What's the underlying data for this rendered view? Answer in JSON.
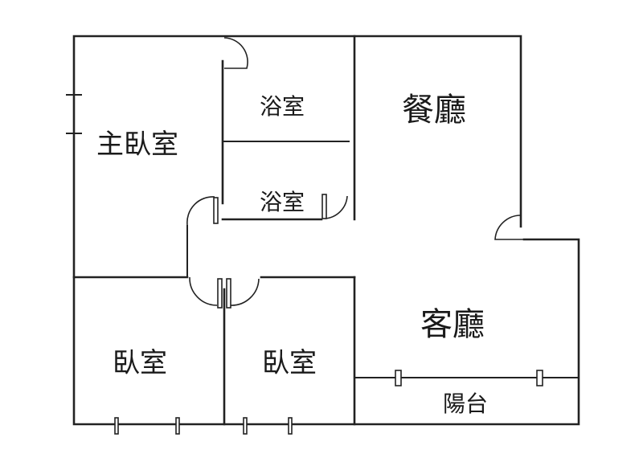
{
  "rooms": {
    "master_bedroom": "主臥室",
    "bathroom_upper": "浴室",
    "bathroom_lower": "浴室",
    "dining_room": "餐廳",
    "living_room": "客廳",
    "bedroom_left": "臥室",
    "bedroom_right": "臥室",
    "balcony": "陽台"
  }
}
